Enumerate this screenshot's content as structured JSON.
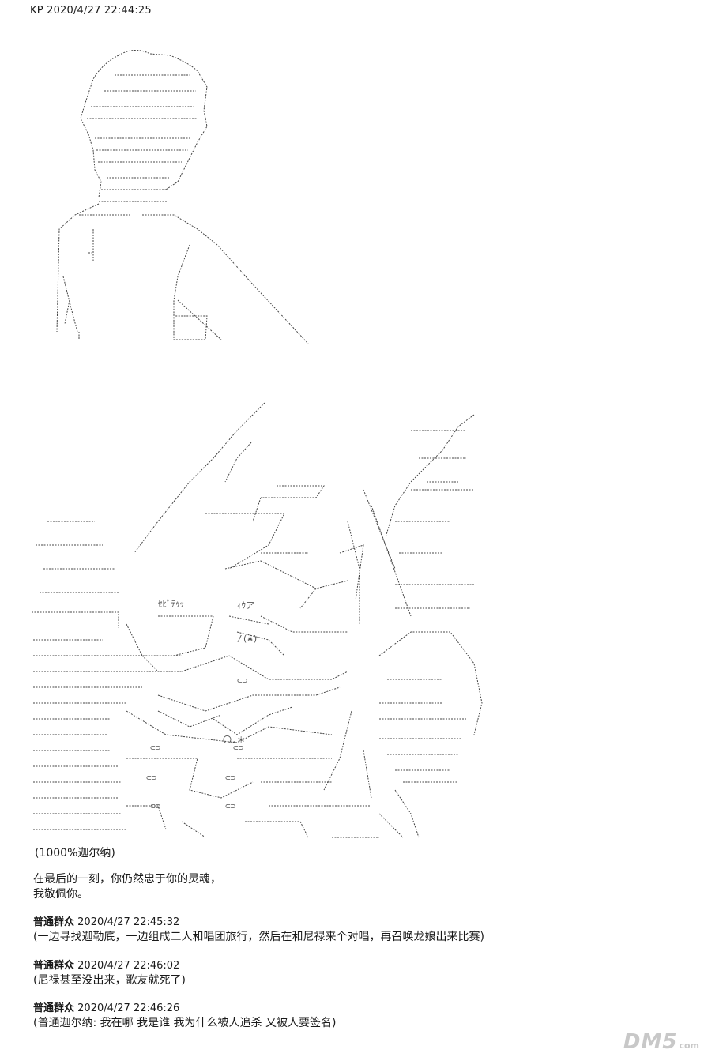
{
  "header": {
    "line": "KP 2020/4/27 22:44:25"
  },
  "art": {
    "caption": "(1000%迦尔纳)"
  },
  "post_main": {
    "lines": [
      "在最后的一刻，你仍然忠于你的灵魂，",
      "我敬佩你。"
    ]
  },
  "comments": [
    {
      "name": "普通群众",
      "time": "2020/4/27 22:45:32",
      "text": "(一边寻找迦勒底，一边组成二人和唱团旅行，然后在和尼禄来个对唱，再召唤龙娘出来比赛)"
    },
    {
      "name": "普通群众",
      "time": "2020/4/27 22:46:02",
      "text": "(尼禄甚至没出来，歌友就死了)"
    },
    {
      "name": "普通群众",
      "time": "2020/4/27 22:46:26",
      "text": "(普通迦尔纳: 我在哪 我是谁 我为什么被人追杀 又被人要签名)"
    }
  ],
  "watermark": {
    "text": "DM5",
    "suffix": "com"
  }
}
